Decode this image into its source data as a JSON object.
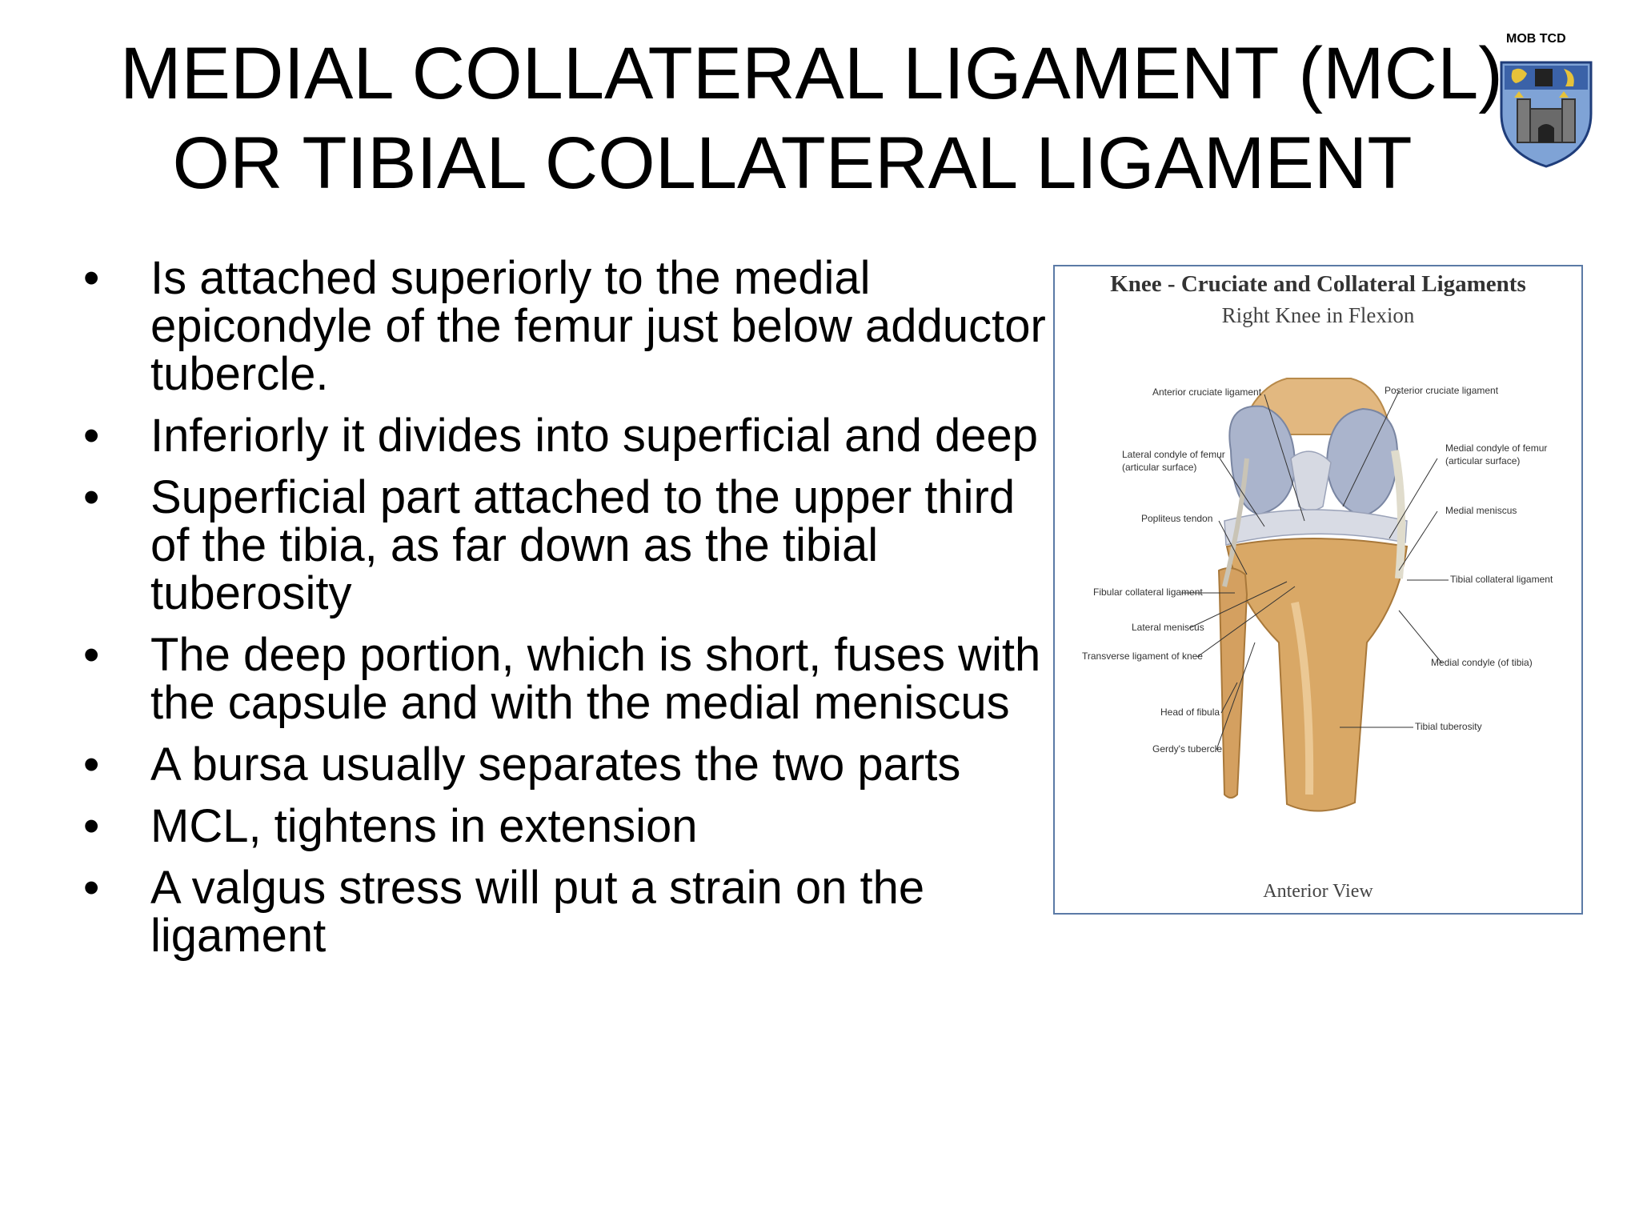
{
  "crest_label": "MOB TCD",
  "title": {
    "line1": "MEDIAL COLLATERAL LIGAMENT (MCL)",
    "line2": "OR TIBIAL COLLATERAL LIGAMENT"
  },
  "bullets": [
    "Is attached superiorly to the medial epicondyle of the femur just below adductor tubercle.",
    "Inferiorly it divides into superficial and deep",
    "Superficial part attached to the upper third of the tibia, as far down as the tibial tuberosity",
    "The deep portion, which is short, fuses with the capsule and with the medial meniscus",
    "A bursa usually separates the two parts",
    "MCL, tightens in extension",
    "A valgus stress will put a strain on the ligament"
  ],
  "figure": {
    "title": "Knee - Cruciate and Collateral Ligaments",
    "subtitle": "Right Knee in Flexion",
    "view": "Anterior View",
    "labels": {
      "anterior_cruciate": "Anterior cruciate ligament",
      "posterior_cruciate": "Posterior cruciate ligament",
      "lateral_condyle_1": "Lateral condyle of femur",
      "lateral_condyle_2": "(articular surface)",
      "medial_condyle_1": "Medial condyle of femur",
      "medial_condyle_2": "(articular surface)",
      "popliteus": "Popliteus tendon",
      "medial_meniscus": "Medial meniscus",
      "fibular_collateral": "Fibular collateral ligament",
      "tibial_collateral": "Tibial collateral ligament",
      "lateral_meniscus": "Lateral meniscus",
      "transverse": "Transverse ligament of knee",
      "medial_condyle_tibia": "Medial condyle (of tibia)",
      "head_fibula": "Head of fibula",
      "gerdys": "Gerdy's tubercle",
      "tibial_tuberosity": "Tibial tuberosity"
    }
  },
  "colors": {
    "accent": "#5b7aa6",
    "crest_blue": "#7fa3d6",
    "bone": "#d9a866",
    "cartilage": "#aab4cc"
  }
}
